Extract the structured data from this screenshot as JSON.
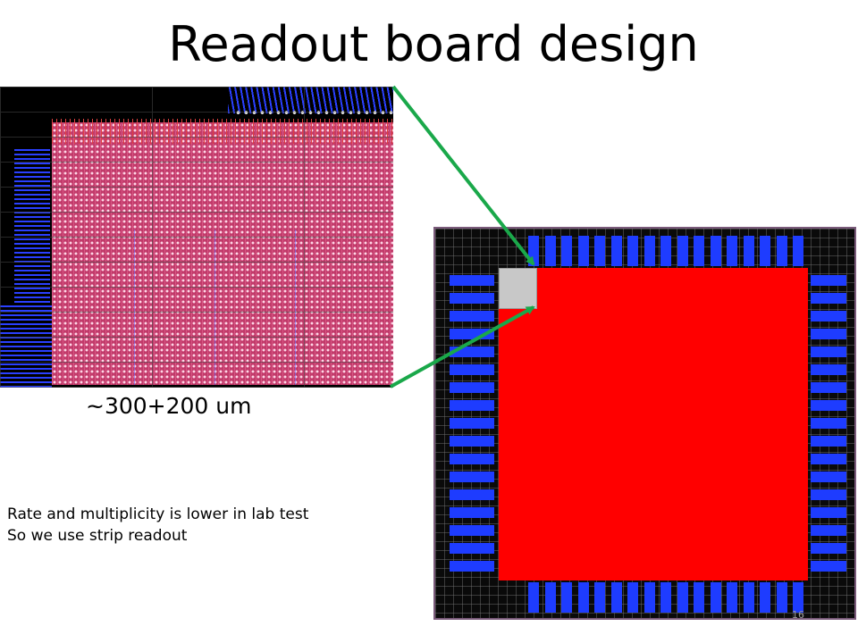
{
  "slide": {
    "title": "Readout board design",
    "size_label": "~300+200 um",
    "notes": [
      "Rate and multiplicity is lower in lab test",
      "So we use strip readout"
    ],
    "page_number": "16"
  },
  "colors": {
    "arrow": "#1aa84a",
    "pad_blue": "#1e3cff",
    "board_red": "#ff0000",
    "pixel_magenta": "#c23a6a",
    "cell_gray": "#c8c8c8"
  }
}
